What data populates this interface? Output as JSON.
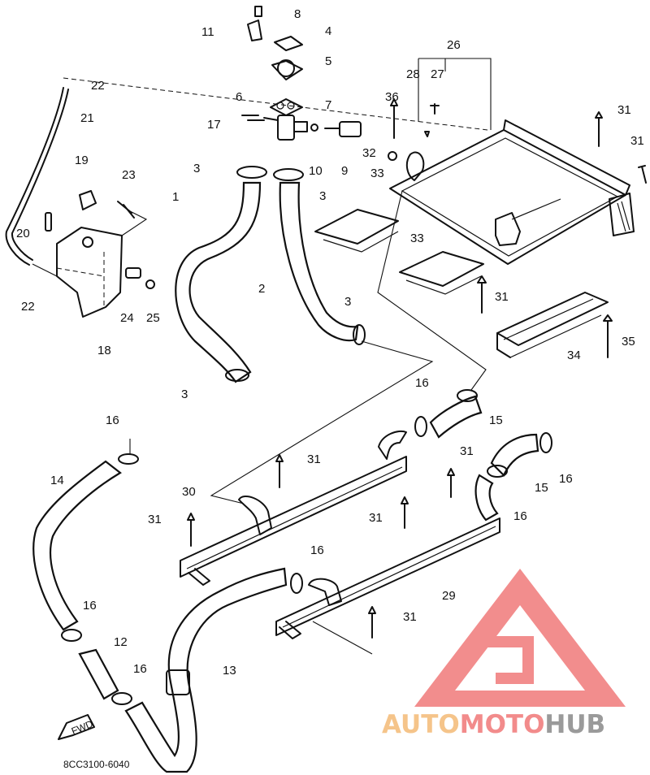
{
  "diagram": {
    "part_labels": [
      "1",
      "2",
      "3",
      "4",
      "5",
      "6",
      "7",
      "8",
      "9",
      "10",
      "11",
      "12",
      "13",
      "14",
      "15",
      "16",
      "17",
      "18",
      "19",
      "20",
      "21",
      "22",
      "23",
      "24",
      "25",
      "26",
      "27",
      "28",
      "29",
      "30",
      "31",
      "32",
      "33",
      "34",
      "35",
      "36"
    ],
    "diagram_code": "8CC3100-6040",
    "fwd_label": "FWD"
  },
  "watermark": {
    "part1": "AUTO",
    "part2": "MOTO",
    "part3": "HUB",
    "colors": {
      "auto": "#f5c48a",
      "moto": "#f28b8b",
      "hub": "#9a9a9a",
      "logo": "#f07a7a"
    }
  }
}
